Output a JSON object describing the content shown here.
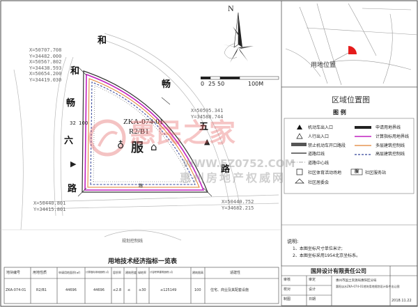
{
  "north": {
    "label": "N"
  },
  "scale": {
    "ticks": [
      "0",
      "25",
      "50",
      "100M"
    ]
  },
  "coords": {
    "c1": [
      "X=50707.708",
      "Y=34482.000",
      "X=5056?.802",
      "Y=34438.593",
      "X=50654.200",
      "Y=34419.030"
    ],
    "c2": [
      "X=50595.341",
      "Y=34588.744"
    ],
    "c3": [
      "X=50440.801",
      "Y=34415.801"
    ],
    "c4": [
      "X=50440.752",
      "Y=34682.215"
    ]
  },
  "roads": {
    "hehe_a": "和",
    "hehe_b": "和",
    "chang_left": "畅",
    "chang_right": "畅",
    "num32": "32",
    "liu": "六",
    "lu_left": "路",
    "wu": "五",
    "lu_right": "路"
  },
  "parcel": {
    "code": "ZKA-074-01",
    "use": "R2/B1",
    "service_char": "服",
    "dim_label": "100",
    "small_label": "路",
    "bottom_label": "规划控制线"
  },
  "watermark": {
    "main": "惠民之家",
    "url": "WWW.FZ0752.COM",
    "sub": "惠州房地产权威网"
  },
  "location": {
    "title": "用地位置",
    "section": "区域位置图"
  },
  "legend": {
    "title": "图    例",
    "items": [
      "机动车出入口",
      "申请用地界线",
      "人行出入口",
      "计算指标用地界线",
      "禁止机动车开口路段",
      "多层建筑控制线",
      "道路红线",
      "高层建筑控制线",
      "道路中心线",
      "社区体育活动场地",
      "社区服务站",
      "社区居委会"
    ]
  },
  "notes": {
    "title": "说明:",
    "lines": [
      "1、本图坐标尺寸单位米计;",
      "2、本图坐标采用1954北京坐标系。"
    ]
  },
  "table": {
    "title": "用地技术经济指标一览表",
    "headers": [
      "地块编号",
      "用地性质",
      "申请用地面积(㎡)",
      "计算指标用地面积(㎡)",
      "容积率",
      "建筑密度",
      "绿地率",
      "计容积率建筑面积(㎡)",
      "建筑限高",
      "适建性"
    ],
    "row": [
      "ZKA-074-01",
      "R2/B1",
      "44696",
      "44696",
      "≤2.8",
      "≤",
      "≥30",
      "≤125149",
      "100",
      "住宅、商业及其配套设施"
    ]
  },
  "company": {
    "name": "国异设计有限责任公司",
    "info": [
      "惠州市国土资源局惠阳区分局",
      "惠阳淡水ZKA-074-01地块用地规划设计条件出让图"
    ],
    "sign": [
      "审核",
      "审定",
      "校对",
      "设计",
      "制图",
      "日期"
    ],
    "date": "2018.11.22"
  }
}
